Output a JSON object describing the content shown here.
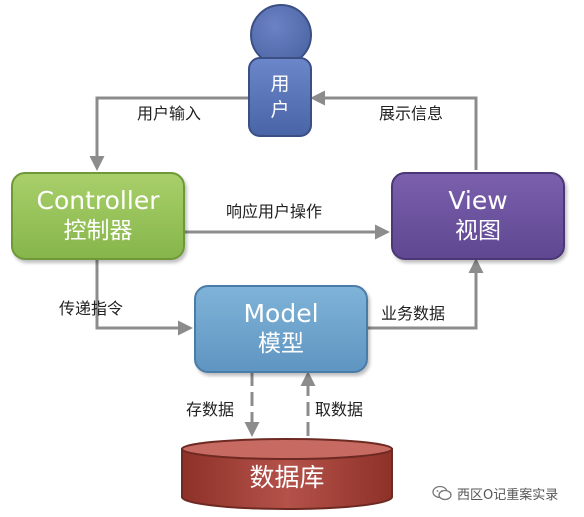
{
  "diagram": {
    "user": {
      "line1": "用",
      "line2": "户"
    },
    "controller": {
      "title_en": "Controller",
      "title_zh": "控制器"
    },
    "view": {
      "title_en": "View",
      "title_zh": "视图"
    },
    "model": {
      "title_en": "Model",
      "title_zh": "模型"
    },
    "database": {
      "label": "数据库"
    },
    "edges": {
      "user_input": "用户输入",
      "show_info": "展示信息",
      "respond_operation": "响应用户操作",
      "pass_command": "传递指令",
      "business_data": "业务数据",
      "store_data": "存数据",
      "fetch_data": "取数据"
    }
  },
  "watermark": {
    "text": "西区O记重案实录",
    "icon": "wechat-icon"
  },
  "colors": {
    "controller": "#86b64b",
    "view": "#5f4791",
    "model": "#5f95c1",
    "user": "#4a64a8",
    "database": "#a7443a",
    "arrow": "#8c8c8c"
  }
}
